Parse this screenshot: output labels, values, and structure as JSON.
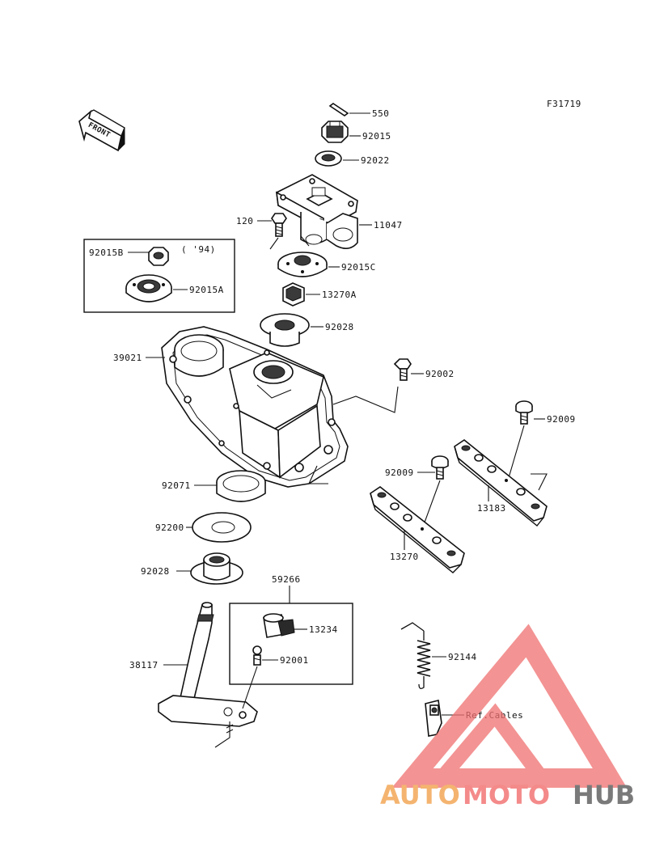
{
  "diagram": {
    "figure_code": "F31719",
    "front_label": "FRONT",
    "inset_year": "( '94)",
    "labels": {
      "p550": "550",
      "p92015": "92015",
      "p92022": "92022",
      "p11047": "11047",
      "p120": "120",
      "p92015C": "92015C",
      "p92015B": "92015B",
      "p92015A": "92015A",
      "p13270A": "13270A",
      "p92028_top": "92028",
      "p39021": "39021",
      "p92002": "92002",
      "p92009_right": "92009",
      "p92009_left": "92009",
      "p13183": "13183",
      "p13270": "13270",
      "p92071": "92071",
      "p92200": "92200",
      "p92028_bottom": "92028",
      "p59266": "59266",
      "p13234": "13234",
      "p92001": "92001",
      "p38117": "38117",
      "p92144": "92144",
      "ref_cables": "Ref.Cables"
    }
  },
  "watermark": {
    "part1": "AUTO",
    "part2": "MOTO",
    "part3": "HUB",
    "colors": {
      "auto": "#f4b470",
      "moto": "#f48a8a",
      "hub": "#7a7a7a",
      "triangle": "#f07070"
    }
  }
}
